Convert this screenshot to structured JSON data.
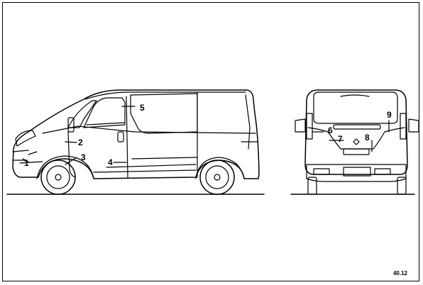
{
  "diagram": {
    "reference": "40.12",
    "callouts": {
      "side": [
        "1",
        "2",
        "3",
        "4",
        "5"
      ],
      "rear": [
        "6",
        "7",
        "8",
        "9"
      ]
    }
  },
  "colors": {
    "line": "#000000",
    "background": "#ffffff"
  }
}
